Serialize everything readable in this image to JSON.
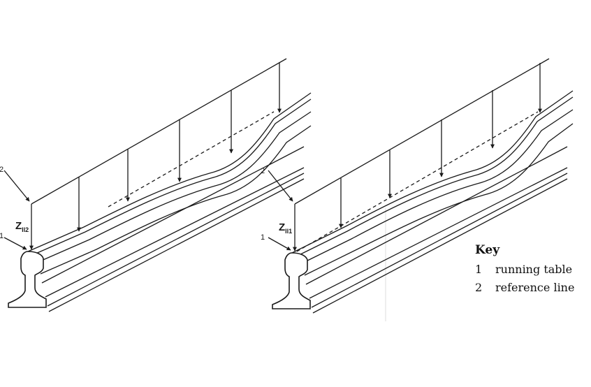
{
  "diagrams": [
    {
      "z_main": "Z",
      "z_sub": "ll2",
      "callout_running_table": "1",
      "callout_reference_line": "2"
    },
    {
      "z_main": "Z",
      "z_sub": "ll1",
      "callout_running_table": "1",
      "callout_reference_line": "2"
    }
  ],
  "key": {
    "title": "Key",
    "items": [
      {
        "number": "1",
        "label": "running table"
      },
      {
        "number": "2",
        "label": "reference line"
      }
    ]
  },
  "colors": {
    "line": "#1a1a1a",
    "background": "#ffffff",
    "panel_border": "#dddddd"
  }
}
